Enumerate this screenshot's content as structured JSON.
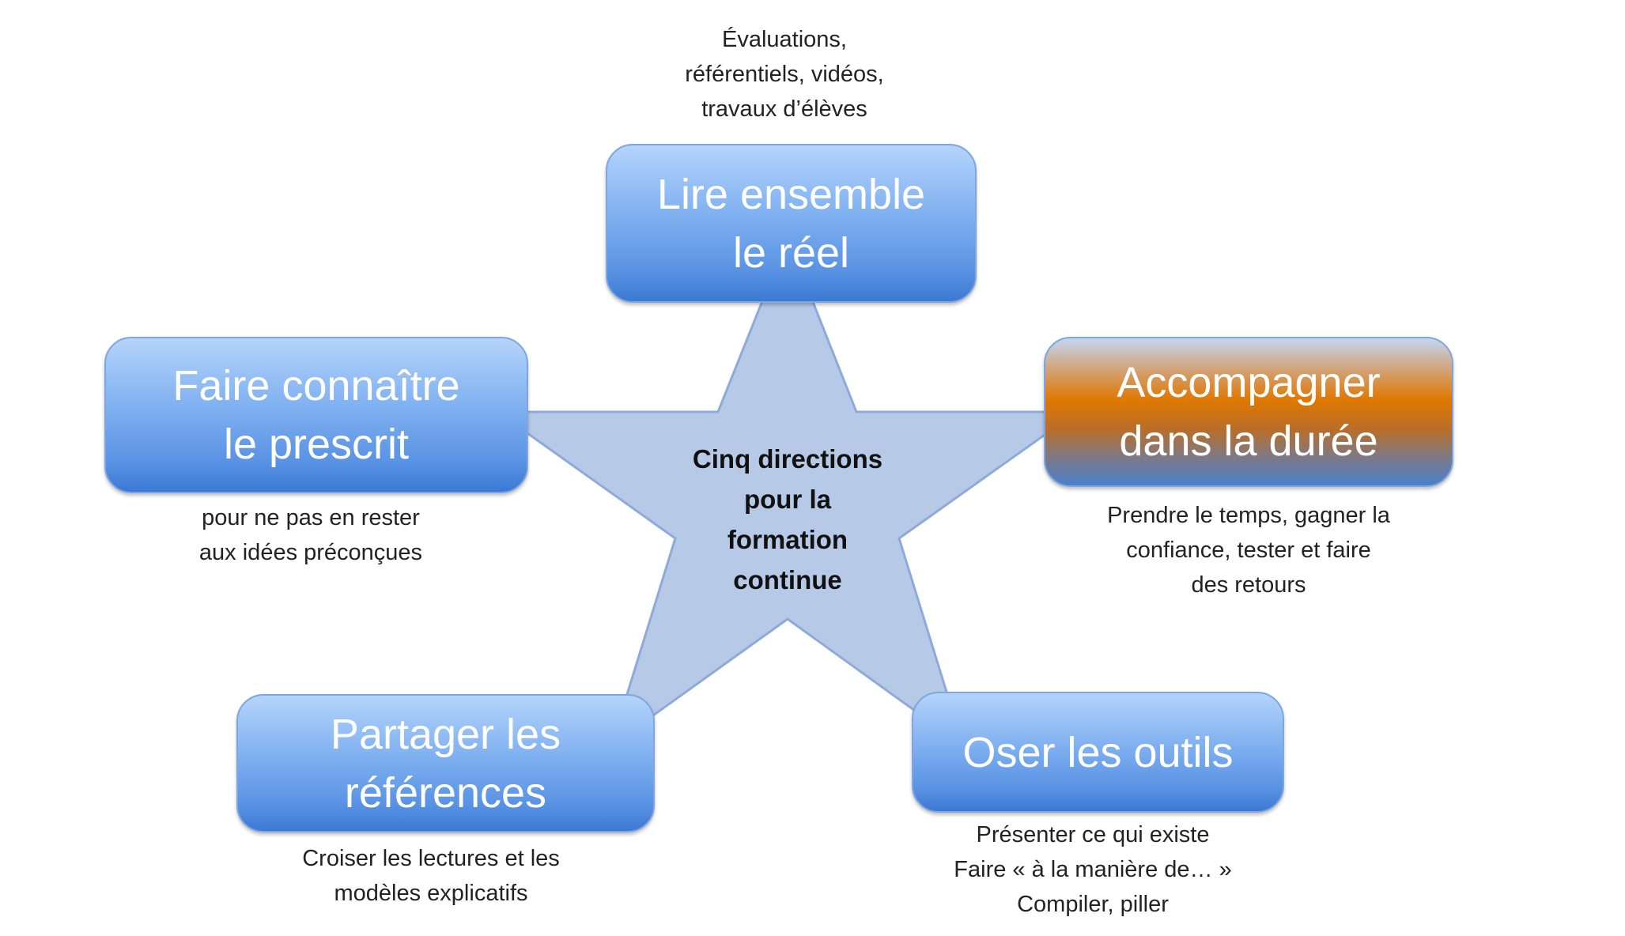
{
  "center": {
    "lines": [
      "Cinq directions",
      "pour la",
      "formation",
      "continue"
    ]
  },
  "colors": {
    "star_fill": "#b6c9e6",
    "star_stroke": "#8eaadb",
    "box_blue": "#5a93e4",
    "box_orange": "#e07800"
  },
  "nodes": [
    {
      "id": "lire",
      "title": [
        "Lire ensemble",
        "le réel"
      ],
      "caption": [
        "Évaluations,",
        "référentiels, vidéos,",
        "travaux d’élèves"
      ]
    },
    {
      "id": "faire",
      "title": [
        "Faire connaître",
        "le prescrit"
      ],
      "caption": [
        "pour ne pas en rester",
        "aux idées préconçues"
      ]
    },
    {
      "id": "accompagner",
      "title": [
        "Accompagner",
        "dans la durée"
      ],
      "caption": [
        "Prendre le temps, gagner la",
        "confiance, tester et faire",
        "des retours"
      ]
    },
    {
      "id": "partager",
      "title": [
        "Partager les",
        "références"
      ],
      "caption": [
        "Croiser les lectures et les",
        "modèles explicatifs"
      ]
    },
    {
      "id": "oser",
      "title": [
        "Oser les outils"
      ],
      "caption": [
        "Présenter ce qui existe",
        "Faire « à la manière de… »",
        "Compiler, piller"
      ]
    }
  ]
}
